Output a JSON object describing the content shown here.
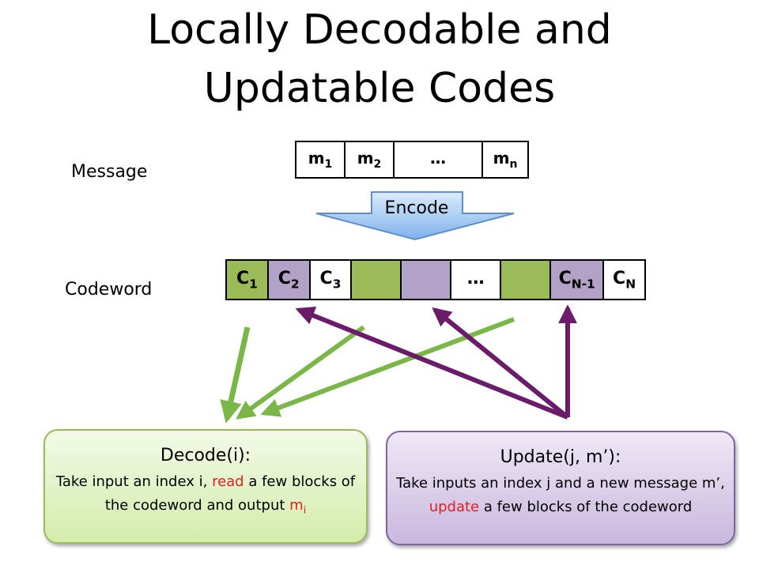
{
  "title": {
    "line1": "Locally Decodable and",
    "line2": "Updatable Codes"
  },
  "labels": {
    "message": "Message",
    "codeword": "Codeword",
    "encode": "Encode"
  },
  "message_cells": [
    {
      "base": "m",
      "sub": "1"
    },
    {
      "base": "m",
      "sub": "2"
    },
    {
      "base": "…",
      "sub": ""
    },
    {
      "base": "m",
      "sub": "n"
    }
  ],
  "codeword_cells": [
    {
      "base": "C",
      "sub": "1",
      "color": "#9bbb59"
    },
    {
      "base": "C",
      "sub": "2",
      "color": "#b3a2c7"
    },
    {
      "base": "C",
      "sub": "3",
      "color": "#ffffff"
    },
    {
      "base": "",
      "sub": "",
      "color": "#9bbb59"
    },
    {
      "base": "",
      "sub": "",
      "color": "#b3a2c7"
    },
    {
      "base": "…",
      "sub": "",
      "color": "#ffffff"
    },
    {
      "base": "",
      "sub": "",
      "color": "#9bbb59"
    },
    {
      "base": "C",
      "sub": "N-1",
      "color": "#b3a2c7"
    },
    {
      "base": "C",
      "sub": "N",
      "color": "#ffffff"
    }
  ],
  "decode": {
    "heading": "Decode(i):",
    "text_before": "Take input an index i, ",
    "highlight": "read",
    "text_after": " a few blocks of the codeword and output ",
    "output_base": "m",
    "output_sub": "i"
  },
  "update": {
    "heading": "Update(j, m’):",
    "text_before": "Take inputs an index j and a new message m’,  ",
    "highlight": "update",
    "text_after": " a few blocks of the codeword"
  },
  "colors": {
    "read_arrow": "#7ab648",
    "update_arrow": "#6a1b6a",
    "highlight": "#e02020"
  }
}
